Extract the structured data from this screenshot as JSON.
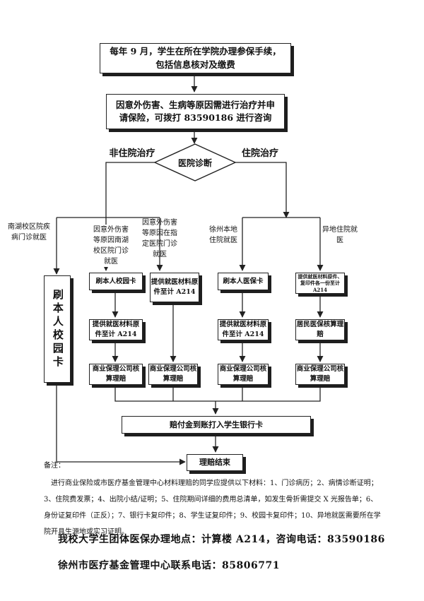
{
  "flow": {
    "step1": "每年 9 月，学生在所在学院办理参保手续，包括信息核对及缴费",
    "step2": "因意外伤害、生病等原因需进行治疗并申请保险，可拨打 83590186 进行咨询",
    "diamond": "医院诊断",
    "branch_left": "非住院治疗",
    "branch_right": "住院治疗",
    "sub_nanhu": "南湖校区院疾病门诊就医",
    "sub_school": "因意外伤害等原因南湖校区院门诊就医",
    "sub_designated": "因意外伤害等原因在指定医院门诊就医",
    "sub_xuzhou": "徐州本地住院就医",
    "sub_other": "异地住院就医",
    "card_tall": "刷本人校园卡",
    "col1": [
      "刷本人校园卡",
      "提供就医材料原件至计 A214",
      "商业保理公司核算理赔"
    ],
    "col2": [
      "提供就医材料原件至计 A214",
      "商业保理公司核算理赔"
    ],
    "col3": [
      "刷本人医保卡",
      "提供就医材料原件至计 A214",
      "商业保理公司核算理赔"
    ],
    "col4": [
      "提供就医材料原件、复印件各一份至计A214",
      "居民医保核算理赔",
      "商业保理公司核算理赔"
    ],
    "payout": "赔付金到账打入学生银行卡",
    "end": "理赔结束"
  },
  "notes": {
    "title": "备注：",
    "body": "进行商业保险或市医疗基金管理中心材料理赔的同学应提供以下材料：1、门诊病历；2、病情诊断证明；3、住院费发票；4、出院小结/证明；5、住院期间详细的费用总清单，如发生骨折需提交 X 光报告单；6、身份证复印件（正反）；7、银行卡复印件；8、学生证复印件；9、校园卡复印件；10、异地就医需要所在学院开具生源地或实习证明。"
  },
  "footer": {
    "line1": "我校大学生团体医保办理地点：计算楼 A214，咨询电话：83590186",
    "line2": "徐州市医疗基金管理中心联系电话：85806771"
  }
}
